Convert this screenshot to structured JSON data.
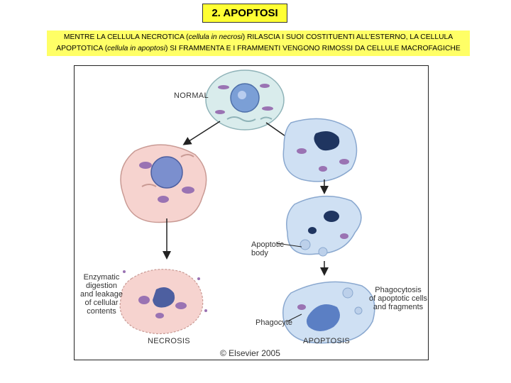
{
  "header": {
    "title": "2. APOPTOSI",
    "subtitle_line1_a": "MENTRE LA CELLULA NECROTICA (",
    "subtitle_line1_italic": "cellula in necrosi",
    "subtitle_line1_b": ") RILASCIA I SUOI COSTITUENTI ALL’ESTERNO, LA CELLULA",
    "subtitle_line2_a": "APOPTOTICA (",
    "subtitle_line2_italic": "cellula in apoptosi",
    "subtitle_line2_b": ") SI FRAMMENTA E I FRAMMENTI VENGONO RIMOSSI DA CELLULE MACROFAGICHE"
  },
  "figure": {
    "normal_label": "NORMAL",
    "apoptotic_body_label_1": "Apoptotic",
    "apoptotic_body_label_2": "body",
    "enzymatic_1": "Enzymatic",
    "enzymatic_2": "digestion",
    "enzymatic_3": "and leakage",
    "enzymatic_4": "of cellular",
    "enzymatic_5": "contents",
    "phagocytosis_1": "Phagocytosis",
    "phagocytosis_2": "of apoptotic cells",
    "phagocytosis_3": "and fragments",
    "phagocyte_label": "Phagocyte",
    "necrosis_label": "NECROSIS",
    "apoptosis_label": "APOPTOSIS",
    "copyright": "© Elsevier 2005"
  },
  "colors": {
    "title_bg": "#ffff33",
    "subtitle_bg": "#ffff66",
    "necrotic_cell": "#f6d3cf",
    "apoptotic_cell": "#cfe0f3",
    "nucleus_blue": "#7b9fd6",
    "organelle_purple": "#9a73b3"
  }
}
